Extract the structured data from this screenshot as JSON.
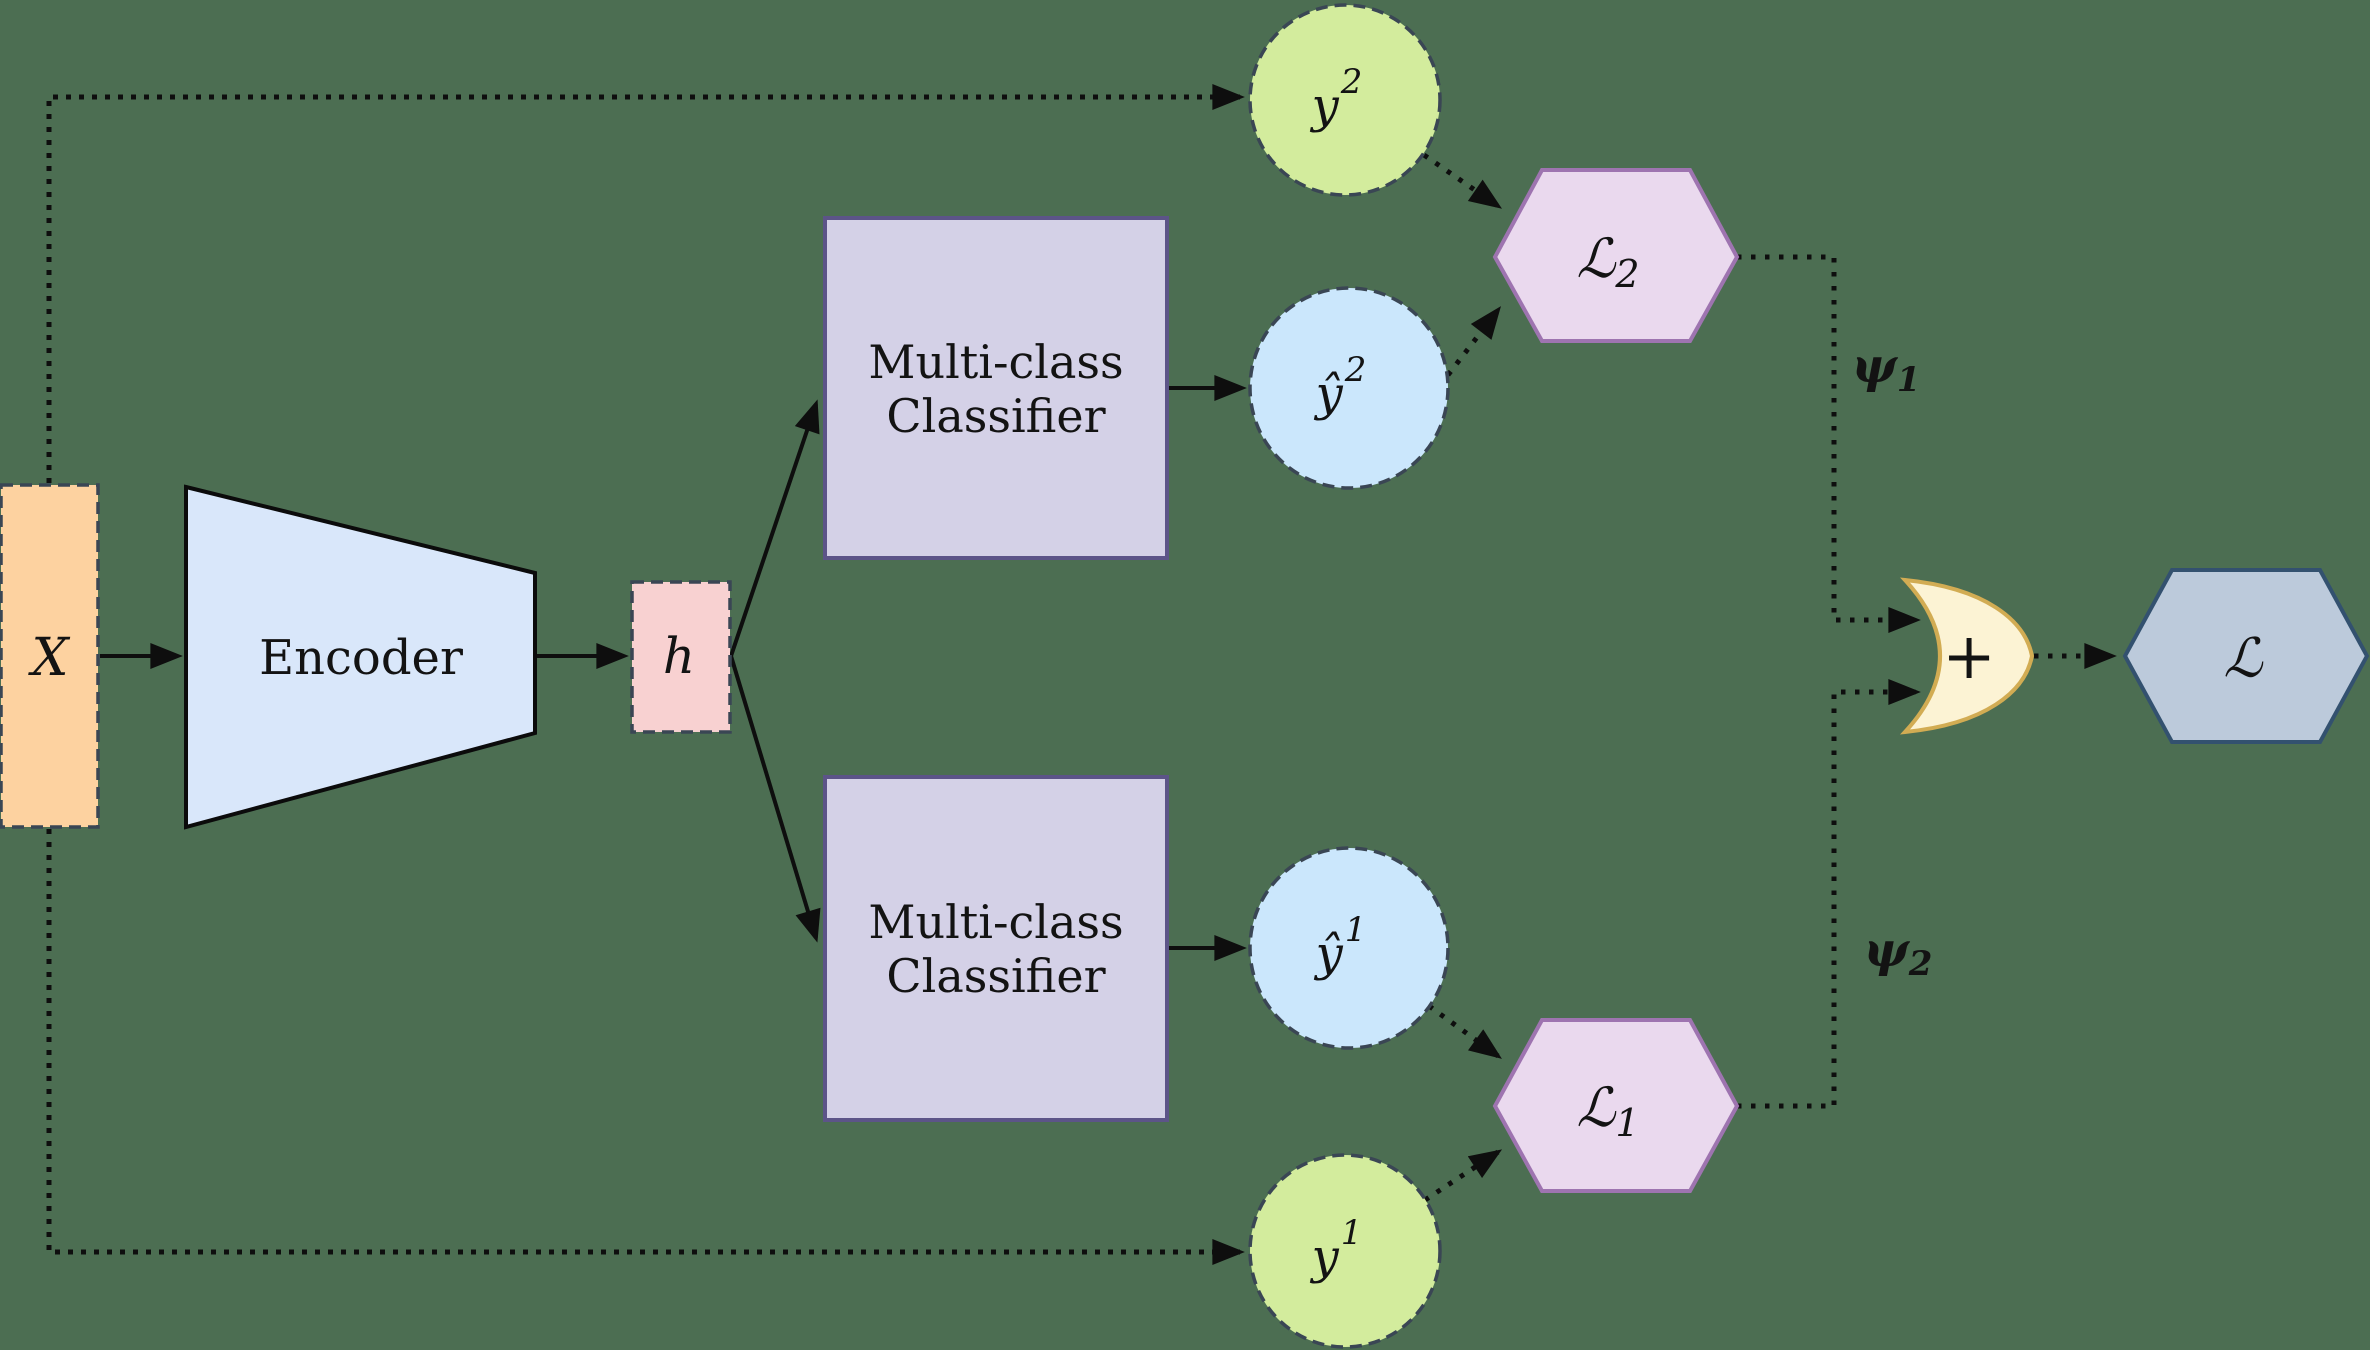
{
  "title": "Multi-task classification loss architecture diagram",
  "colors": {
    "background": "#4c6e52",
    "line": "#0e0e0e",
    "dashed_border": "#3a4654",
    "input_fill": "#fdd2a0",
    "encoder_fill": "#d9e7fa",
    "encoder_border": "#0b0b0b",
    "hidden_fill": "#f8d1d1",
    "classifier_fill": "#d4d1e7",
    "classifier_border": "#5c5488",
    "true_label_fill": "#d3ec9d",
    "pred_label_fill": "#cbe7fc",
    "loss_fill": "#ead9ee",
    "loss_border": "#9e74b0",
    "sum_fill": "#fcf3d4",
    "sum_border": "#d2ac53",
    "total_loss_fill": "#bccadb",
    "total_loss_border": "#33516f"
  },
  "nodes": {
    "input": {
      "label": "X"
    },
    "encoder": {
      "label": "Encoder"
    },
    "hidden": {
      "label": "h"
    },
    "classifier_top": {
      "line1": "Multi-class",
      "line2": "Classifier"
    },
    "classifier_bottom": {
      "line1": "Multi-class",
      "line2": "Classifier"
    },
    "true_label_2": {
      "base": "y",
      "sup": "2"
    },
    "pred_label_2": {
      "base": "ŷ",
      "sup": "2"
    },
    "pred_label_1": {
      "base": "ŷ",
      "sup": "1"
    },
    "true_label_1": {
      "base": "y",
      "sup": "1"
    },
    "loss_2": {
      "base": "ℒ",
      "sub": "2"
    },
    "loss_1": {
      "base": "ℒ",
      "sub": "1"
    },
    "sum": {
      "label": "+"
    },
    "total_loss": {
      "base": "ℒ"
    }
  },
  "edge_labels": {
    "psi_1": {
      "base": "ψ",
      "sub": "1"
    },
    "psi_2": {
      "base": "ψ",
      "sub": "2"
    }
  }
}
